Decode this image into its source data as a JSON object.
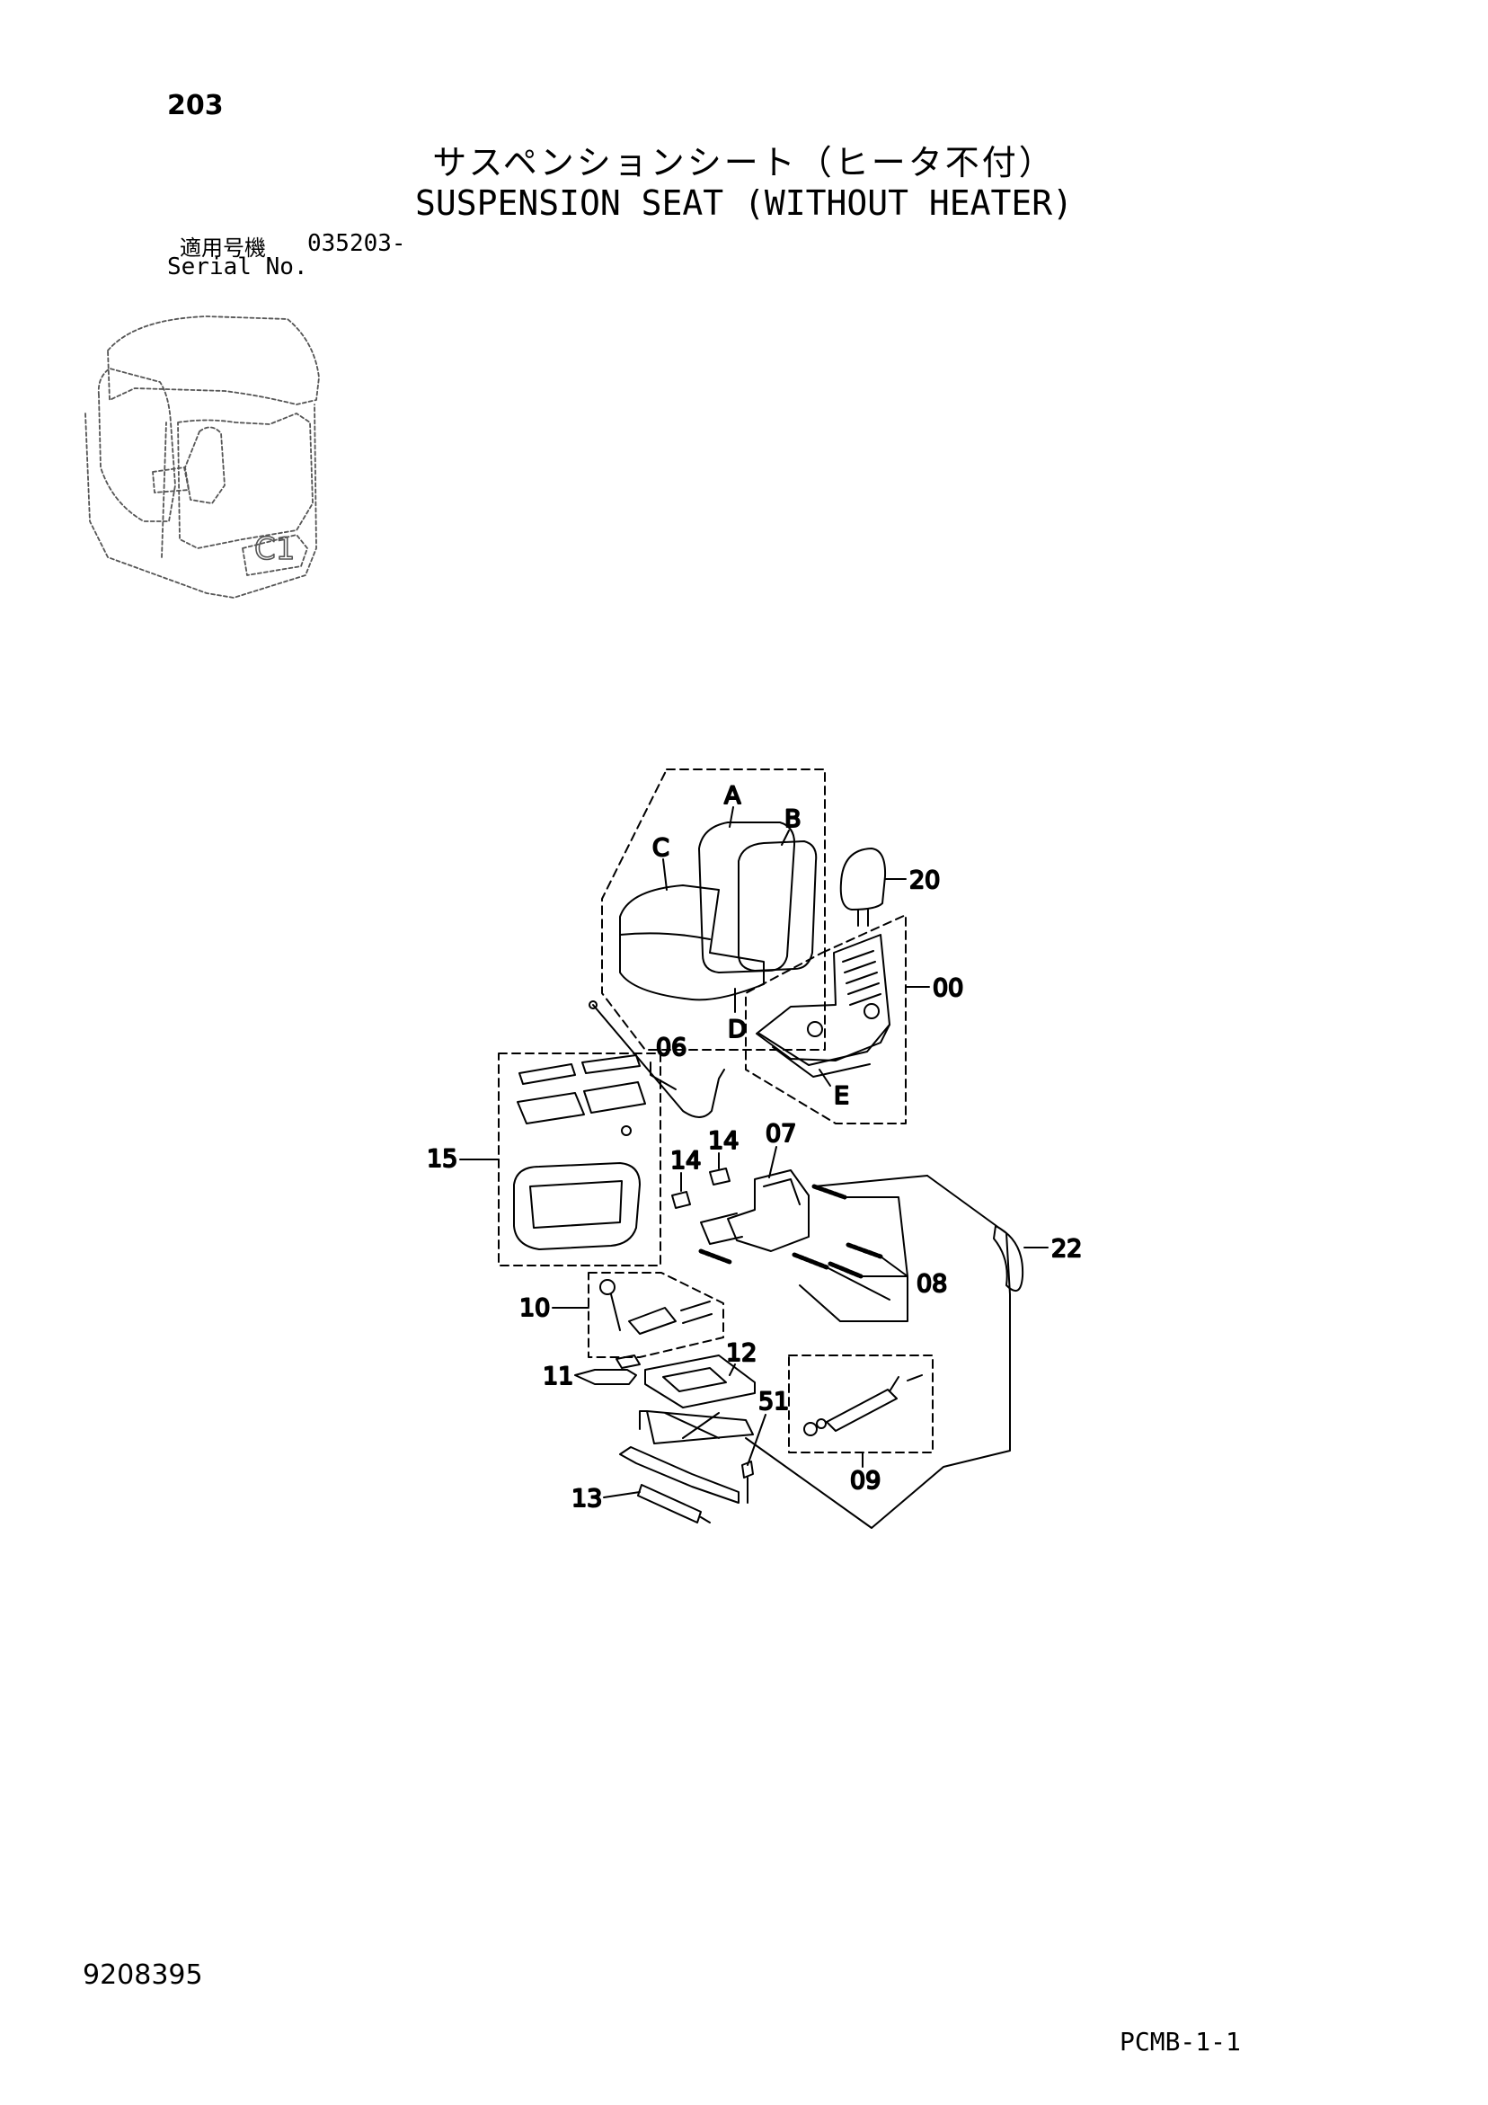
{
  "header": {
    "page_number": "203",
    "title_ja": "サスペンションシート（ヒータ不付）",
    "title_en": "SUSPENSION SEAT (WITHOUT HEATER)",
    "serial_label_ja": "適用号機",
    "serial_number": "035203-",
    "serial_label_en": "Serial No."
  },
  "cab_icon": {
    "label": "C1"
  },
  "callouts": {
    "A": "A",
    "B": "B",
    "C": "C",
    "D": "D",
    "E": "E",
    "p00": "00",
    "p06": "06",
    "p07": "07",
    "p08": "08",
    "p09": "09",
    "p10": "10",
    "p11": "11",
    "p12": "12",
    "p13": "13",
    "p14a": "14",
    "p14b": "14",
    "p15": "15",
    "p20": "20",
    "p22": "22",
    "p51": "51"
  },
  "footer": {
    "doc_code": "9208395",
    "page_ref": "PCMB-1-1"
  }
}
